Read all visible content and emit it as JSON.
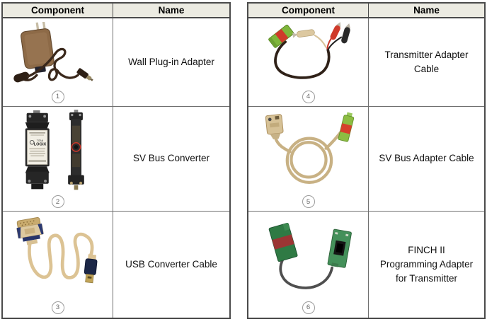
{
  "colors": {
    "header_bg": "#ecebe2",
    "outer_border": "#4b4b4b",
    "inner_border": "#6f6f6f",
    "connector_green": "#84b93e",
    "connector_red": "#d0392c",
    "pcb_green": "#44905a",
    "cable_beige": "#d9c398",
    "cable_dark_brown": "#3a281b",
    "cable_gray": "#4f4f4f",
    "usb_navy": "#1c2747"
  },
  "tables": [
    {
      "id": "left",
      "headers": {
        "component": "Component",
        "name": "Name"
      },
      "rows": [
        {
          "number": "1",
          "name": "Wall Plug-in Adapter"
        },
        {
          "number": "2",
          "name": "SV Bus Converter",
          "device_label": {
            "brand_top": "TITAN",
            "brand": "LOGIX"
          }
        },
        {
          "number": "3",
          "name": "USB Converter Cable"
        }
      ]
    },
    {
      "id": "right",
      "headers": {
        "component": "Component",
        "name": "Name"
      },
      "rows": [
        {
          "number": "4",
          "name": "Transmitter Adapter Cable"
        },
        {
          "number": "5",
          "name": "SV Bus Adapter Cable"
        },
        {
          "number": "6",
          "name": "FINCH II Programming Adapter for Transmitter"
        }
      ]
    }
  ]
}
